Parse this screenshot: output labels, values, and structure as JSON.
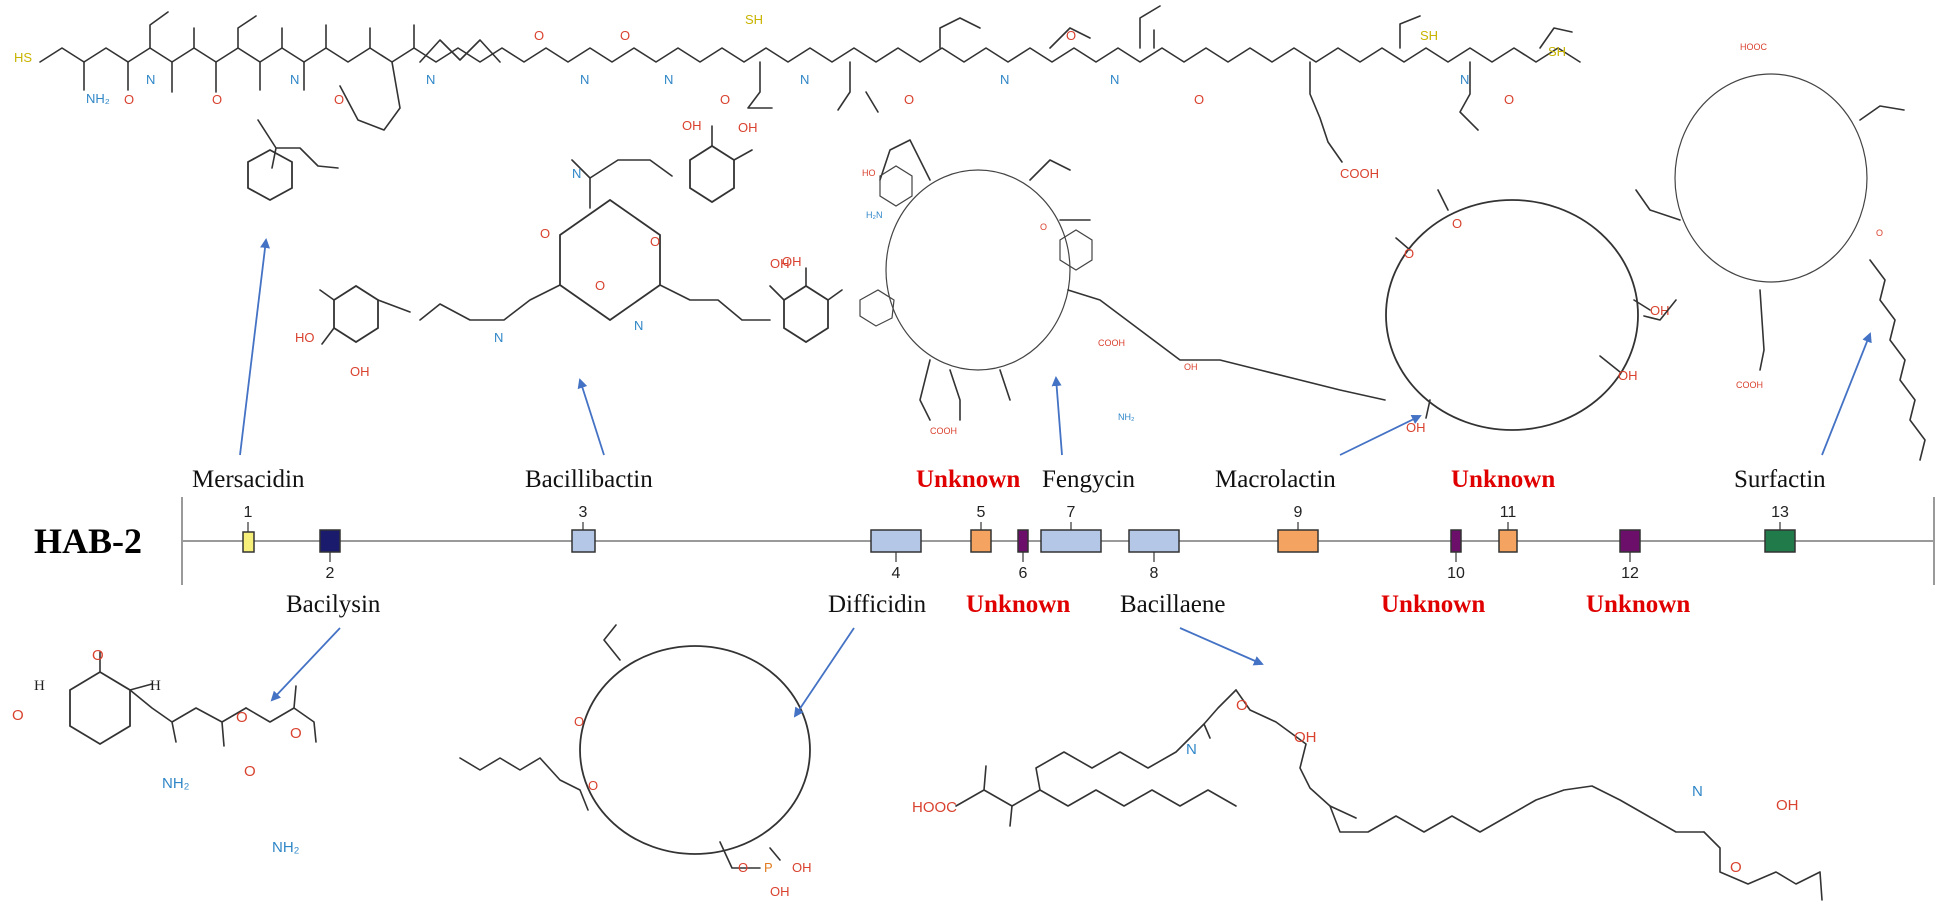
{
  "strain": "HAB-2",
  "colors": {
    "axis": "#9a9a9a",
    "yellow": "#f6f07a",
    "navy": "#1b1b6e",
    "lightblue": "#b4c7e7",
    "orange": "#f4a460",
    "purple": "#6b0f6b",
    "green": "#217a4a",
    "unknown": "#e00000",
    "arrow": "#4472c4"
  },
  "clusters": [
    {
      "num": "1",
      "color": "yellow"
    },
    {
      "num": "2",
      "color": "navy"
    },
    {
      "num": "3",
      "color": "lightblue"
    },
    {
      "num": "4",
      "color": "lightblue"
    },
    {
      "num": "5",
      "color": "orange"
    },
    {
      "num": "6",
      "color": "purple"
    },
    {
      "num": "7",
      "color": "lightblue"
    },
    {
      "num": "8",
      "color": "lightblue"
    },
    {
      "num": "9",
      "color": "orange"
    },
    {
      "num": "10",
      "color": "purple"
    },
    {
      "num": "11",
      "color": "orange"
    },
    {
      "num": "12",
      "color": "purple"
    },
    {
      "num": "13",
      "color": "green"
    }
  ],
  "compounds": {
    "mersacidin": "Mersacidin",
    "bacillibactin": "Bacillibactin",
    "fengycin": "Fengycin",
    "macrolactin": "Macrolactin",
    "surfactin": "Surfactin",
    "bacilysin": "Bacilysin",
    "difficidin": "Difficidin",
    "bacillaene": "Bacillaene"
  },
  "unknown_label": "Unknown",
  "atoms": {
    "sh": "SH",
    "hs": "HS",
    "nh2": "NH₂",
    "h_upper": "H",
    "n_upper": "N",
    "o": "O",
    "oh": "OH",
    "ho": "HO",
    "cooh": "COOH",
    "hooc": "HOOC",
    "p": "P",
    "h2n": "H₂N"
  }
}
